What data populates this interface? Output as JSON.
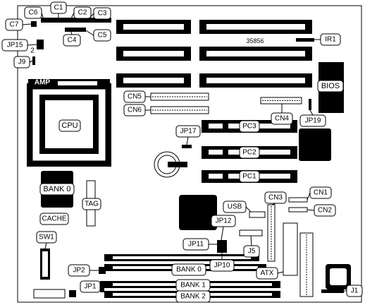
{
  "board": {
    "model": "35856",
    "labels": {
      "c6": "C6",
      "c1": "C1",
      "c2": "C2",
      "c3": "C3",
      "c4": "C4",
      "c5": "C5",
      "c7": "C7",
      "jp15": "JP15",
      "jp15_pin": "2",
      "j9": "J9",
      "ir1": "IR1",
      "bios": "BIOS",
      "amp": "AMP",
      "cpu": "CPU",
      "cn5": "CN5",
      "cn6": "CN6",
      "cn4": "CN4",
      "jp19": "JP19",
      "pc3": "PC3",
      "jp17": "JP17",
      "pc2": "PC2",
      "pc1": "PC1",
      "bank0_chip": "BANK 0",
      "tag": "TAG",
      "cache": "CACHE",
      "cn3": "CN3",
      "cn1": "CN1",
      "cn2": "CN2",
      "usb": "USB",
      "sw1": "SW1",
      "jp12": "JP12",
      "j5": "J5",
      "jp11": "JP11",
      "jp10": "JP10",
      "jp2": "JP2",
      "bank0_simm": "BANK 0",
      "atx": "ATX",
      "jp1": "JP1",
      "bank1": "BANK 1",
      "bank2": "BANK 2",
      "j1": "J1"
    }
  }
}
